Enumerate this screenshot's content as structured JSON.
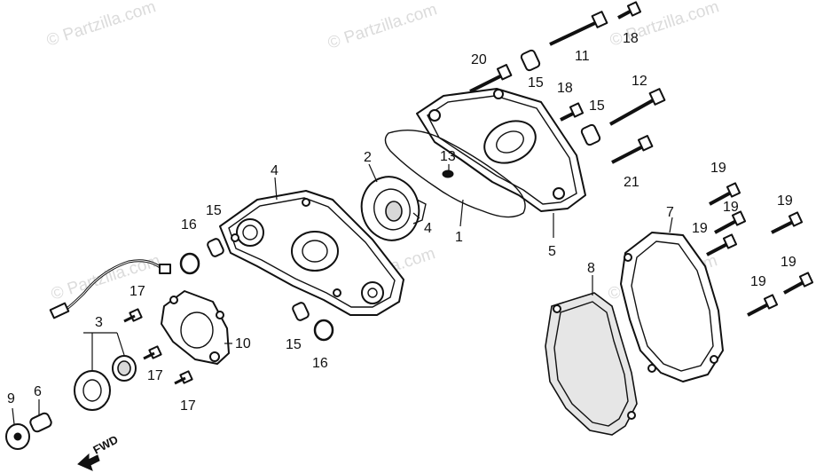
{
  "watermark": "© Partzilla.com",
  "fwd_label": "FWD",
  "callouts": {
    "c1": "1",
    "c2": "2",
    "c3": "3",
    "c4": "4",
    "c5": "5",
    "c6": "6",
    "c7": "7",
    "c8": "8",
    "c9": "9",
    "c10": "10",
    "c11": "11",
    "c12": "12",
    "c13": "13",
    "c14": "4",
    "c15a": "15",
    "c15b": "15",
    "c15c": "15",
    "c15d": "15",
    "c16a": "16",
    "c16b": "16",
    "c17a": "17",
    "c17b": "17",
    "c17c": "17",
    "c18a": "18",
    "c18b": "18",
    "c19a": "19",
    "c19b": "19",
    "c19c": "19",
    "c19d": "19",
    "c19e": "19",
    "c20": "20",
    "c21": "21"
  }
}
